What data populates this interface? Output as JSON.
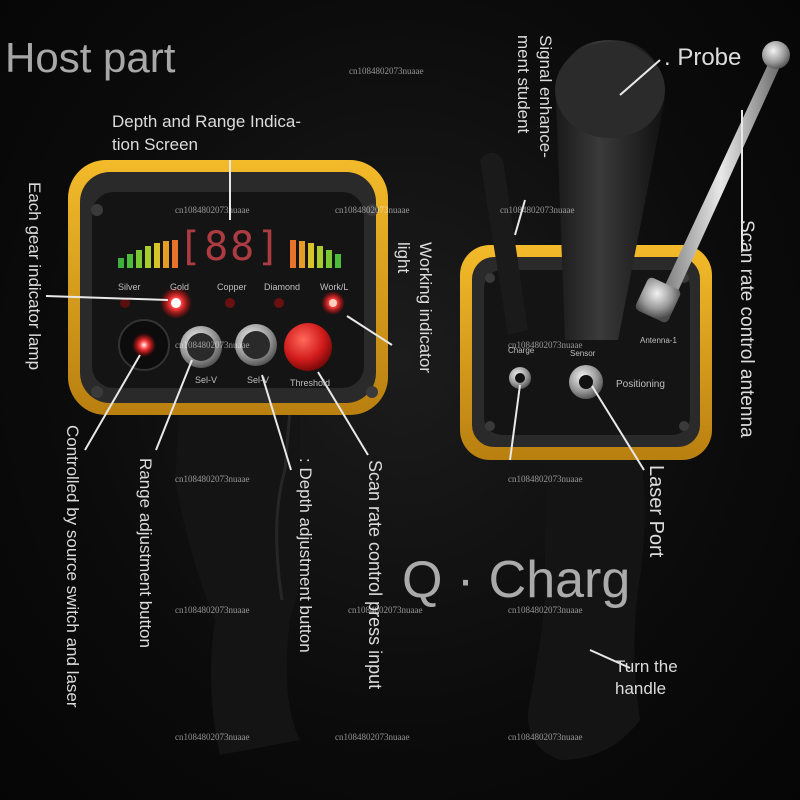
{
  "colors": {
    "background": "#0a0a0a",
    "housing_yellow": "#e0a21c",
    "panel_black": "#141414",
    "knob_silver": "#b8b8b8",
    "button_red": "#d11b1b",
    "led_red": "#ff2a2a"
  },
  "headings": {
    "host_part": "Host part",
    "charge": "Q · Charg"
  },
  "labels": {
    "depth_screen": "Depth and Range Indica-\ntion Screen",
    "gear_lamp": "Each gear indicator lamp",
    "working_light": "Working indicator\nlight",
    "source_switch": "Controlled by source switch and laser",
    "range_button": "Range adjustment button",
    "depth_button": ": Depth adjustment button",
    "scan_press": "Scan rate control press input",
    "signal_student": "Signal enhance-\nment student",
    "probe": ". Probe",
    "scan_antenna": "Scan rate control antenna",
    "laser_port": "Laser Port",
    "turn_handle": "Turn the\nhandle"
  },
  "panel_left": {
    "display": "[88]",
    "indicators": [
      "Silver",
      "Gold",
      "Copper",
      "Diamond",
      "Work/L"
    ],
    "knobs": [
      "Sel-V",
      "Sel-V",
      "Threshold"
    ]
  },
  "panel_right": {
    "ports": [
      "Charge",
      "Sensor",
      "Antenna-1"
    ],
    "positioning": "Positioning"
  },
  "watermark": "cn1084802073nuaae"
}
